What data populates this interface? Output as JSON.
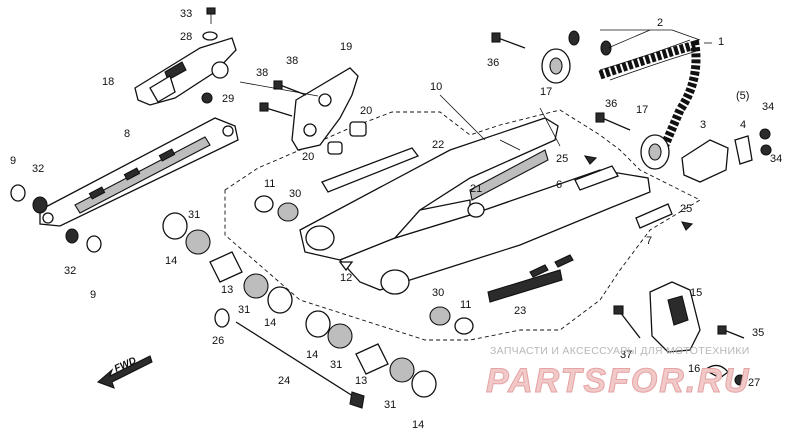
{
  "callouts": [
    "1",
    "2",
    "3",
    "4",
    "(5)",
    "6",
    "7",
    "8",
    "9",
    "10",
    "11",
    "12",
    "13",
    "14",
    "15",
    "16",
    "17",
    "18",
    "19",
    "20",
    "21",
    "22",
    "23",
    "24",
    "25",
    "26",
    "27",
    "28",
    "29",
    "30",
    "31",
    "32",
    "33",
    "34",
    "35",
    "36",
    "37"
  ],
  "fwd_label": "FWD",
  "watermark": {
    "line": "ЗАПЧАСТИ И АКСЕССУАРЫ ДЛЯ МОТОТЕХНИКИ",
    "brand": "PARTSFOR.RU"
  },
  "colors": {
    "ink": "#111111",
    "watermark_red": "#e6a3a3",
    "watermark_grey": "#b8b8b8"
  }
}
